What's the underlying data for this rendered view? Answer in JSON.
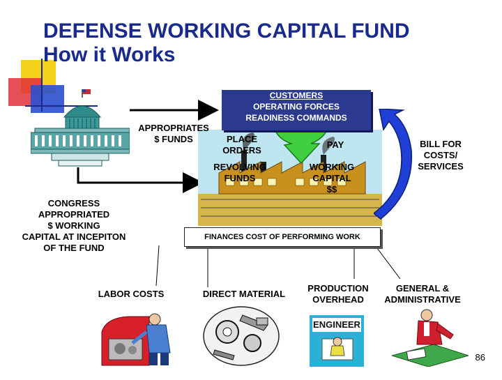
{
  "slide": {
    "title_line1": "DEFENSE WORKING CAPITAL FUND",
    "title_line2": "How it Works",
    "page_number": "86"
  },
  "customers": {
    "line1": "CUSTOMERS",
    "line2": "OPERATING FORCES",
    "line3": "READINESS COMMANDS"
  },
  "flow_labels": {
    "appropriates_line1": "APPROPRIATES",
    "appropriates_line2": "$ FUNDS",
    "place_orders_line1": "PLACE",
    "place_orders_line2": "ORDERS",
    "pay": "PAY",
    "bill_line1": "BILL FOR",
    "bill_line2": "COSTS/",
    "bill_line3": "SERVICES",
    "revolving_line1": "REVOLVING",
    "revolving_line2": "FUNDS",
    "working_line1": "WORKING",
    "working_line2": "CAPITAL",
    "working_line3": "$$",
    "congress_line1": "CONGRESS",
    "congress_line2": "APPROPRIATED",
    "congress_line3": "$ WORKING",
    "congress_line4": "CAPITAL AT INCEPITON",
    "congress_line5": "OF THE FUND",
    "finances": "FINANCES COST OF PERFORMING WORK"
  },
  "cost_categories": {
    "labor": "LABOR COSTS",
    "direct_material": "DIRECT MATERIAL",
    "production_line1": "PRODUCTION",
    "production_line2": "OVERHEAD",
    "general_line1": "GENERAL &",
    "general_line2": "ADMINISTRATIVE",
    "engineer_sign": "ENGINEER"
  },
  "colors": {
    "title": "#1a2a8c",
    "customers_box": "#2b3a8f",
    "order_arrow": "#3fcf3f",
    "bill_arrow": "#1f3fd6",
    "accent_yellow": "#f5d21a",
    "accent_red": "#e0303a",
    "accent_blue": "#2a4fd0"
  }
}
